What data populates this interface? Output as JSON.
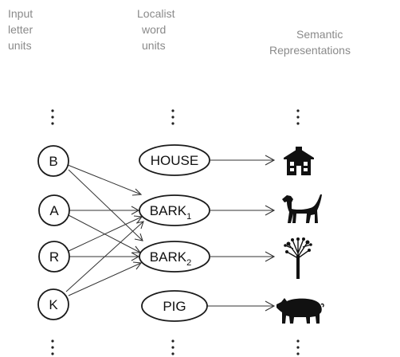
{
  "headers": {
    "input": [
      "Input",
      "letter",
      "units"
    ],
    "localist": [
      "Localist",
      "word",
      "units"
    ],
    "semantic": [
      "Semantic",
      "Representations"
    ]
  },
  "letters": [
    "B",
    "A",
    "R",
    "K"
  ],
  "words": [
    {
      "label": "HOUSE",
      "sub": ""
    },
    {
      "label": "BARK",
      "sub": "1"
    },
    {
      "label": "BARK",
      "sub": "2"
    },
    {
      "label": "PIG",
      "sub": ""
    }
  ],
  "semantics": [
    {
      "icon": "house-icon"
    },
    {
      "icon": "dog-icon"
    },
    {
      "icon": "tree-icon"
    },
    {
      "icon": "pig-icon"
    }
  ],
  "colors": {
    "header_text": "#8a8a8a",
    "stroke": "#1a1a1a",
    "icon": "#111111"
  }
}
